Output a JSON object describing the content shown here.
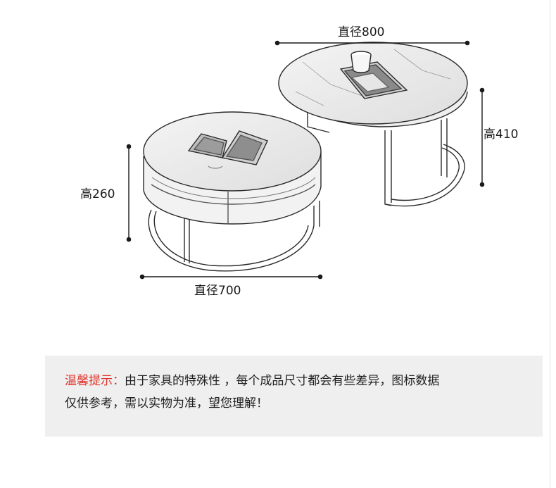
{
  "dimensions": {
    "large_table_diameter": "直径800",
    "large_table_height": "高410",
    "small_table_height": "高260",
    "small_table_diameter": "直径700"
  },
  "notice": {
    "label": "温馨提示：",
    "line1": "由于家具的特殊性 ，每个成品尺寸都会有些差异，图标数据",
    "line2": "仅供参考，需以实物为准，望您理解！"
  },
  "colors": {
    "notice_label": "#e0322a",
    "notice_background": "#efefef",
    "sketch_stroke": "#2a2a2a"
  }
}
